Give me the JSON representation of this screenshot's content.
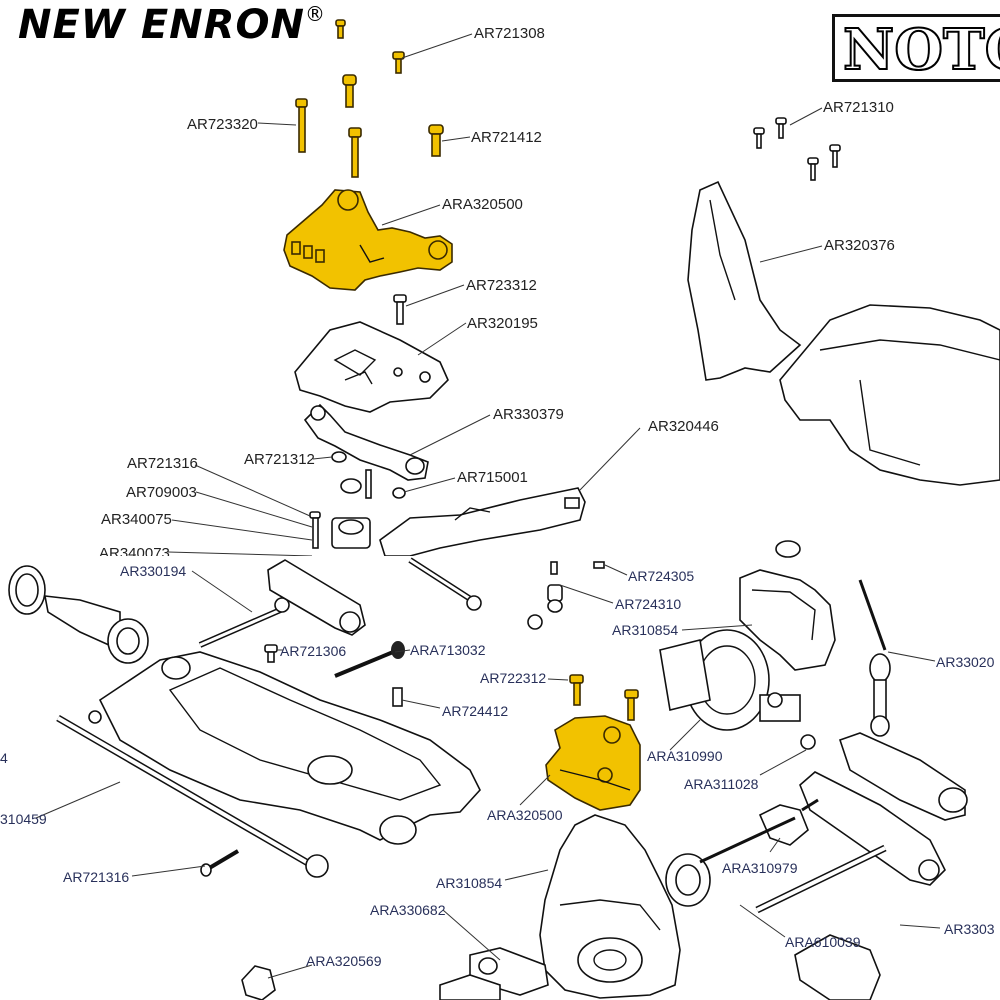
{
  "brand": {
    "name": "NEW ENRON",
    "mark": "®",
    "partner": "NOTC"
  },
  "colors": {
    "highlight": "#f2c200",
    "outline": "#111111",
    "bottom_label": "#28305a"
  },
  "top_labels": {
    "ar721308": "AR721308",
    "ar723320": "AR723320",
    "ar721412": "AR721412",
    "ara320500": "ARA320500",
    "ar723312": "AR723312",
    "ar320195": "AR320195",
    "ar330379": "AR330379",
    "ar721316": "AR721316",
    "ar721312": "AR721312",
    "ar715001": "AR715001",
    "ar709003": "AR709003",
    "ar340075": "AR340075",
    "ar340073": "AR340073",
    "ar320446": "AR320446",
    "ar721310": "AR721310",
    "ar320376": "AR320376"
  },
  "bottom_labels": {
    "ar330194": "AR330194",
    "ar721306": "AR721306",
    "ara713032": "ARA713032",
    "ar724412": "AR724412",
    "ar722312": "AR722312",
    "ar724305": "AR724305",
    "ar724310": "AR724310",
    "ar310854_top": "AR310854",
    "ar33020": "AR33020",
    "ara310990": "ARA310990",
    "ara311028": "ARA311028",
    "ara320500": "ARA320500",
    "ar310459": "310459",
    "ar721316": "AR721316",
    "ar310854_bottom": "AR310854",
    "ara330682": "ARA330682",
    "ara310979": "ARA310979",
    "ar33038": "AR3303",
    "ara610039": "ARA610039",
    "ara320569": "ARA320569",
    "edge4": "4"
  }
}
